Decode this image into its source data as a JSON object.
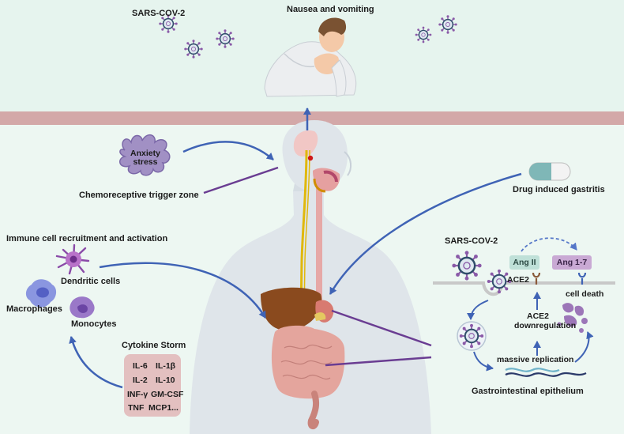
{
  "labels": {
    "sars_top": "SARS-COV-2",
    "nausea": "Nausea and vomiting",
    "anxiety": "Anxiety stress",
    "ctz": "Chemoreceptive trigger zone",
    "drug": "Drug induced gastritis",
    "immune": "Immune cell recruitment and activation",
    "dendritic": "Dendritic cells",
    "macrophages": "Macrophages",
    "monocytes": "Monocytes",
    "cytokine_title": "Cytokine Storm",
    "sars_gi": "SARS-COV-2",
    "ang2": "Ang II",
    "ang17": "Ang 1-7",
    "ace2": "ACE2",
    "cell_death": "cell death",
    "ace2_down": "ACE2 downregulation",
    "massive": "massive replication",
    "gi_epithelium": "Gastrointestinal epithelium"
  },
  "cytokines": [
    [
      "IL-6",
      "IL-1β"
    ],
    [
      "IL-2",
      "IL-10"
    ],
    [
      "INF-γ",
      "GM-CSF"
    ],
    [
      "TNF",
      "MCP1..."
    ]
  ],
  "colors": {
    "arrow_blue": "#3f63b5",
    "line_purple": "#6a3d92",
    "band": "#d3a8a8",
    "virus": "#2f4d6a",
    "virus_spike": "#8a5aa8",
    "cytokine_box": "#e3c0c0",
    "ang2_box": "#bfe0d8",
    "ang17_box": "#c9a9d4"
  }
}
